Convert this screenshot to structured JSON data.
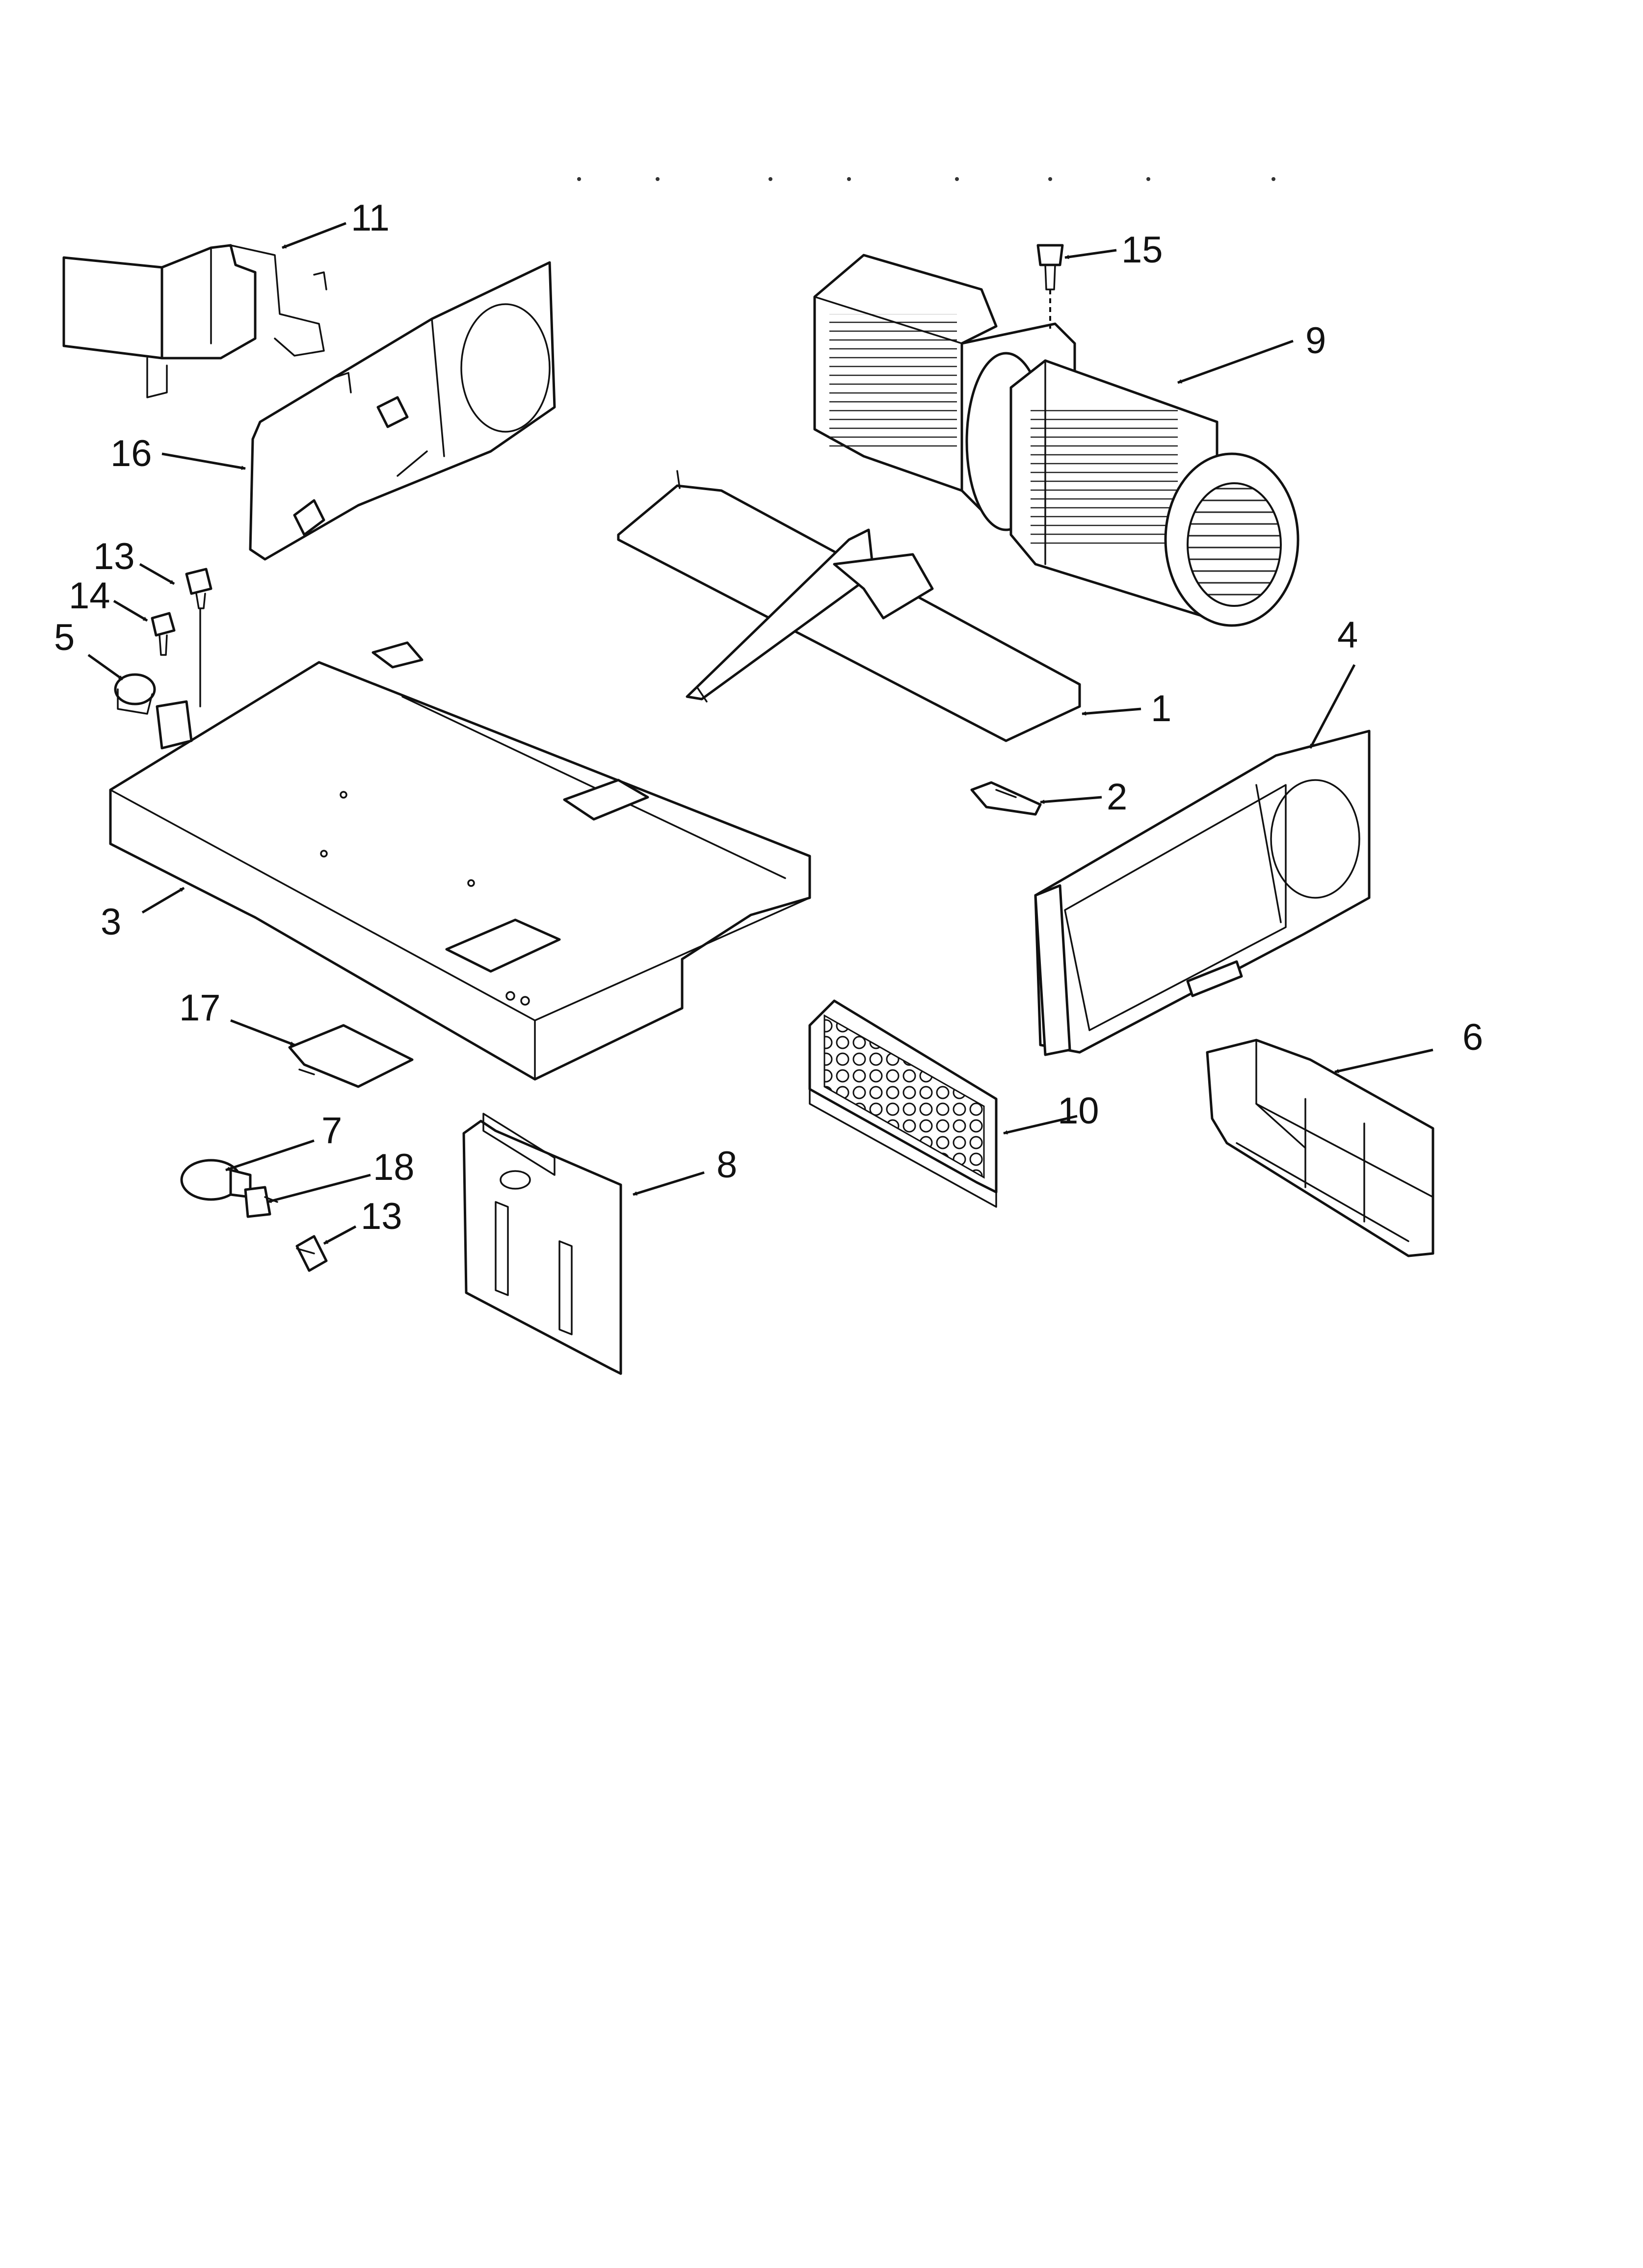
{
  "callouts": [
    {
      "id": "c11",
      "label": "11"
    },
    {
      "id": "c15",
      "label": "15"
    },
    {
      "id": "c9",
      "label": "9"
    },
    {
      "id": "c16",
      "label": "16"
    },
    {
      "id": "c13a",
      "label": "13"
    },
    {
      "id": "c14",
      "label": "14"
    },
    {
      "id": "c5",
      "label": "5"
    },
    {
      "id": "c4",
      "label": "4"
    },
    {
      "id": "c1",
      "label": "1"
    },
    {
      "id": "c2",
      "label": "2"
    },
    {
      "id": "c3",
      "label": "3"
    },
    {
      "id": "c17",
      "label": "17"
    },
    {
      "id": "c6",
      "label": "6"
    },
    {
      "id": "c10",
      "label": "10"
    },
    {
      "id": "c7",
      "label": "7"
    },
    {
      "id": "c18",
      "label": "18"
    },
    {
      "id": "c8",
      "label": "8"
    },
    {
      "id": "c13b",
      "label": "13"
    }
  ]
}
